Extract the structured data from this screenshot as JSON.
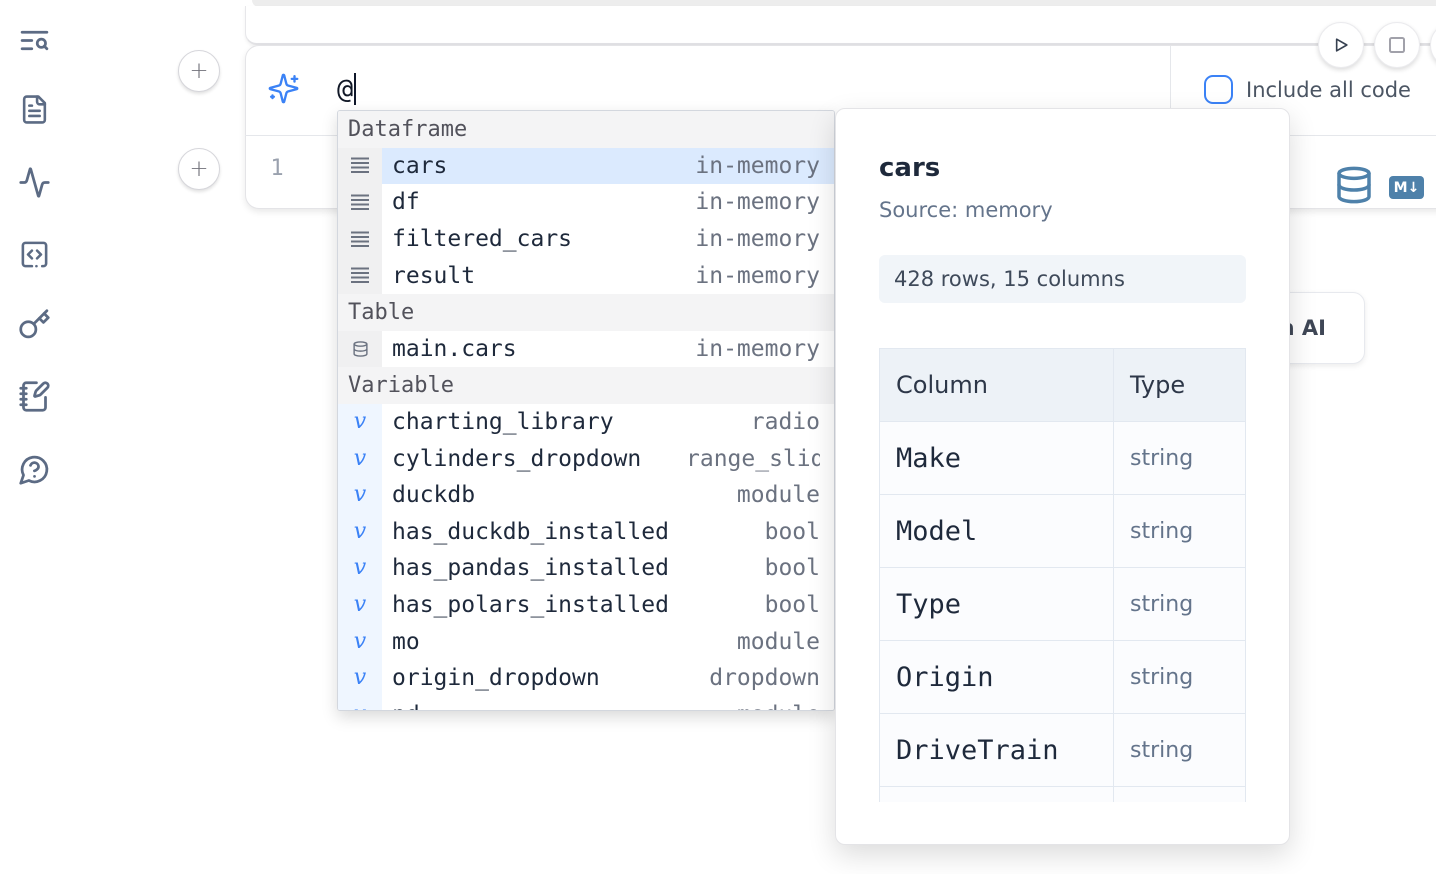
{
  "colors": {
    "accent_blue": "#3b82f6",
    "steel_blue_icons": "#4e81aa",
    "selected_row_bg": "#dbeafe",
    "sidebar_icon": "#5c6b84"
  },
  "sidebar": {
    "items": [
      {
        "icon": "toc-search-icon"
      },
      {
        "icon": "file-document-icon"
      },
      {
        "icon": "activity-icon"
      },
      {
        "icon": "snippets-code-icon"
      },
      {
        "icon": "key-icon"
      },
      {
        "icon": "scratchpad-notebook-icon"
      },
      {
        "icon": "help-chat-icon"
      }
    ]
  },
  "cell": {
    "add_cell_button": "+",
    "ai_prompt": {
      "icon": "sparkles-ai-icon",
      "value": "@",
      "include_all_code_label": "Include all code",
      "include_all_code_checked": false
    },
    "run_controls": {
      "play": "play-icon",
      "stop": "stop-icon"
    },
    "code": {
      "line_number": "1"
    },
    "actions": {
      "database_icon": "database-icon",
      "markdown_icon": "markdown-export-icon",
      "markdown_badge_text": "M↓"
    },
    "generate_button_label": "Generate with AI"
  },
  "autocomplete": {
    "sections": [
      {
        "label": "Dataframe",
        "items": [
          {
            "icon": "dataframe-icon",
            "name": "cars",
            "detail": "in-memory",
            "selected": true
          },
          {
            "icon": "dataframe-icon",
            "name": "df",
            "detail": "in-memory",
            "selected": false
          },
          {
            "icon": "dataframe-icon",
            "name": "filtered_cars",
            "detail": "in-memory",
            "selected": false
          },
          {
            "icon": "dataframe-icon",
            "name": "result",
            "detail": "in-memory",
            "selected": false
          }
        ]
      },
      {
        "label": "Table",
        "items": [
          {
            "icon": "database-icon",
            "name": "main.cars",
            "detail": "in-memory",
            "selected": false
          }
        ]
      },
      {
        "label": "Variable",
        "items": [
          {
            "icon": "variable-icon",
            "name": "charting_library",
            "detail": "radio",
            "selected": false
          },
          {
            "icon": "variable-icon",
            "name": "cylinders_dropdown",
            "detail": "range_slider",
            "selected": false
          },
          {
            "icon": "variable-icon",
            "name": "duckdb",
            "detail": "module",
            "selected": false
          },
          {
            "icon": "variable-icon",
            "name": "has_duckdb_installed",
            "detail": "bool",
            "selected": false
          },
          {
            "icon": "variable-icon",
            "name": "has_pandas_installed",
            "detail": "bool",
            "selected": false
          },
          {
            "icon": "variable-icon",
            "name": "has_polars_installed",
            "detail": "bool",
            "selected": false
          },
          {
            "icon": "variable-icon",
            "name": "mo",
            "detail": "module",
            "selected": false
          },
          {
            "icon": "variable-icon",
            "name": "origin_dropdown",
            "detail": "dropdown",
            "selected": false
          },
          {
            "icon": "variable-icon",
            "name": "pd",
            "detail": "module",
            "selected": false
          }
        ]
      }
    ]
  },
  "preview": {
    "title": "cars",
    "source": "Source: memory",
    "shape_badge": "428 rows, 15 columns",
    "table": {
      "headers": [
        "Column",
        "Type"
      ],
      "rows": [
        [
          "Make",
          "string"
        ],
        [
          "Model",
          "string"
        ],
        [
          "Type",
          "string"
        ],
        [
          "Origin",
          "string"
        ],
        [
          "DriveTrain",
          "string"
        ]
      ]
    }
  }
}
